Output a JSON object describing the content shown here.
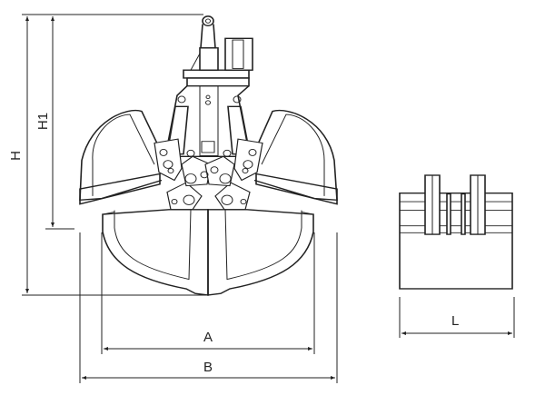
{
  "dimensions": {
    "H": "H",
    "H1": "H1",
    "A": "A",
    "B": "B",
    "L": "L"
  }
}
